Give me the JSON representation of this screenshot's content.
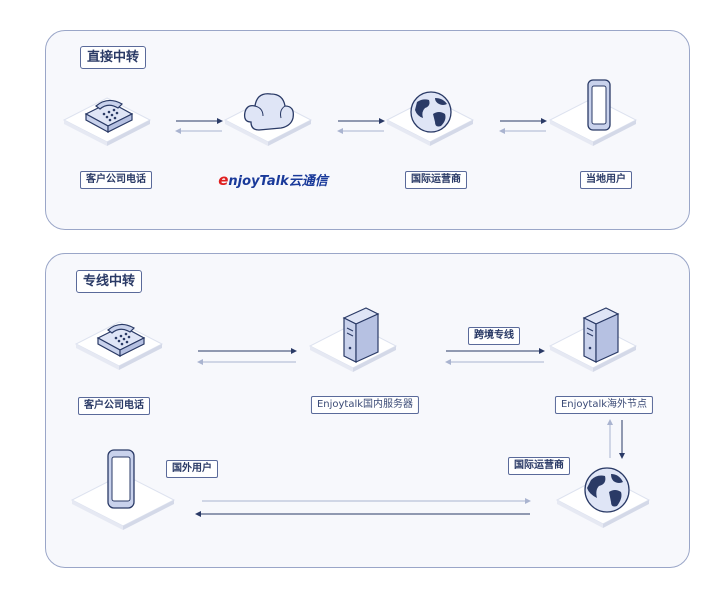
{
  "panel1": {
    "title": "直接中转",
    "labels": {
      "phone": "客户公司电话",
      "brand_e": "e",
      "brand_rest": "njoyTalk",
      "brand_cn": "云通信",
      "carrier": "国际运营商",
      "user": "当地用户"
    }
  },
  "panel2": {
    "title": "专线中转",
    "labels": {
      "phone": "客户公司电话",
      "domestic_server": "Enjoytalk国内服务器",
      "dedicated_line": "跨境专线",
      "overseas_node": "Enjoytalk海外节点",
      "carrier": "国际运营商",
      "overseas_user": "国外用户"
    }
  },
  "colors": {
    "border": "#9aa6c8",
    "text": "#2a3a66",
    "accent": "#1a3a9a",
    "brand_red": "#e02020"
  }
}
